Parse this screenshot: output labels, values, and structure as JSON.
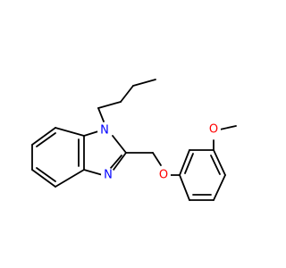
{
  "molecule": {
    "atoms": {
      "n1": {
        "symbol": "N",
        "color": "#0000ff"
      },
      "n3": {
        "symbol": "N",
        "color": "#0000ff"
      },
      "o_ether": {
        "symbol": "O",
        "color": "#ff0000"
      },
      "o_methoxy": {
        "symbol": "O",
        "color": "#ff0000"
      }
    },
    "bond_color": "#000000"
  }
}
